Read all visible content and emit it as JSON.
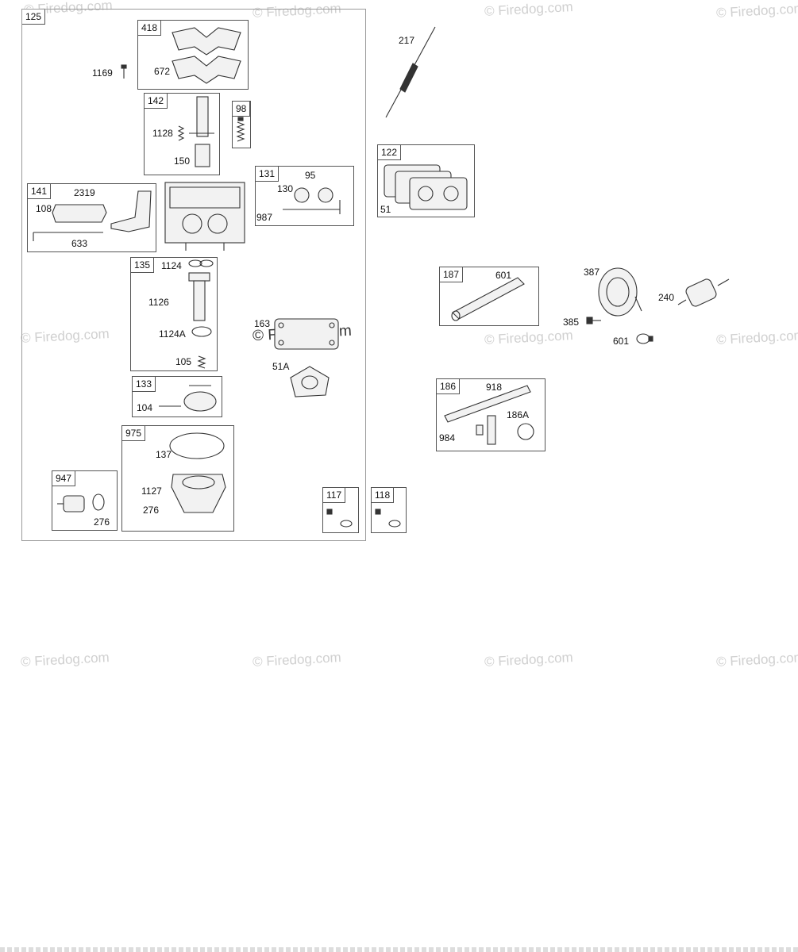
{
  "watermark": "© Firedog.com",
  "groups": [
    {
      "id": "125",
      "name": "group-125"
    },
    {
      "id": "418",
      "name": "group-418"
    },
    {
      "id": "142",
      "name": "group-142"
    },
    {
      "id": "98",
      "name": "group-98"
    },
    {
      "id": "141",
      "name": "group-141"
    },
    {
      "id": "131",
      "name": "group-131"
    },
    {
      "id": "135",
      "name": "group-135"
    },
    {
      "id": "133",
      "name": "group-133"
    },
    {
      "id": "975",
      "name": "group-975"
    },
    {
      "id": "947",
      "name": "group-947"
    },
    {
      "id": "117",
      "name": "group-117"
    },
    {
      "id": "118",
      "name": "group-118"
    },
    {
      "id": "122",
      "name": "group-122"
    },
    {
      "id": "187",
      "name": "group-187"
    },
    {
      "id": "186",
      "name": "group-186"
    }
  ],
  "labels": {
    "p1169": "1169",
    "p672": "672",
    "p1128": "1128",
    "p150": "150",
    "p2319": "2319",
    "p108": "108",
    "p633": "633",
    "p95": "95",
    "p130": "130",
    "p987": "987",
    "p1124": "1124",
    "p1126": "1126",
    "p1124a": "1124A",
    "p163": "163",
    "p51a": "51A",
    "p105": "105",
    "p104": "104",
    "p137": "137",
    "p1127": "1127",
    "p276a": "276",
    "p276b": "276",
    "p217": "217",
    "p51": "51",
    "p601a": "601",
    "p387": "387",
    "p240": "240",
    "p385": "385",
    "p601b": "601",
    "p918": "918",
    "p186a": "186A",
    "p984": "984"
  }
}
